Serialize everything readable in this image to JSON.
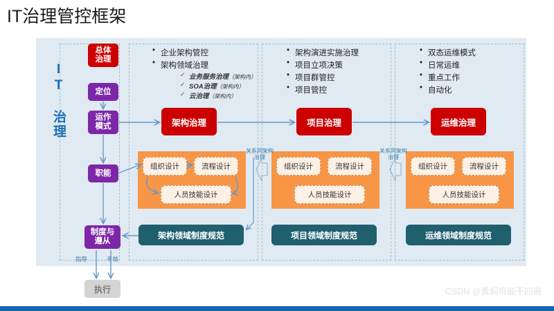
{
  "page": {
    "title": "IT治理管控框架",
    "watermark": "CSDN @黄焖鸡能干四碗"
  },
  "sidebar": {
    "vertical_label": "IT 治理",
    "stages": [
      {
        "label": "总体治理",
        "color": "#cc0000"
      },
      {
        "label": "定位",
        "color": "#7d27a8"
      },
      {
        "label": "运作模式",
        "color": "#7d27a8"
      },
      {
        "label": "职能",
        "color": "#7d27a8"
      },
      {
        "label": "制度与遵从",
        "color": "#7d27a8"
      }
    ],
    "flow_captions": {
      "guide": "指导",
      "assess": "考核"
    },
    "execute_box": "执行"
  },
  "columns": [
    {
      "id": "architecture",
      "bullets": [
        {
          "text": "企业架构管控",
          "subs": []
        },
        {
          "text": "架构领域治理",
          "subs": [
            {
              "text": "业务服务治理",
              "note": "（架构内）"
            },
            {
              "text": "SOA治理",
              "note": "（架构内）"
            },
            {
              "text": "云治理",
              "note": "（架构内）"
            }
          ]
        }
      ],
      "governance_box": "架构治理",
      "panel_boxes": [
        "组织设计",
        "流程设计",
        "人员技能设计"
      ],
      "standard_bar": "架构领域制度规范",
      "connector_caption": "关系同架构治理"
    },
    {
      "id": "project",
      "bullets": [
        {
          "text": "架构演进实施治理",
          "subs": []
        },
        {
          "text": "项目立项决策",
          "subs": []
        },
        {
          "text": "项目群管控",
          "subs": []
        },
        {
          "text": "项目管控",
          "subs": []
        }
      ],
      "governance_box": "项目治理",
      "panel_boxes": [
        "组织设计",
        "流程设计",
        "人员技能设计"
      ],
      "standard_bar": "项目领域制度规范",
      "connector_caption": "关系同架构治理"
    },
    {
      "id": "operations",
      "bullets": [
        {
          "text": "双态运维模式",
          "subs": []
        },
        {
          "text": "日常运维",
          "subs": []
        },
        {
          "text": "重点工作",
          "subs": []
        },
        {
          "text": "自动化",
          "subs": []
        }
      ],
      "governance_box": "运维治理",
      "panel_boxes": [
        "组织设计",
        "流程设计",
        "人员技能设计"
      ],
      "standard_bar": "运维领域制度规范",
      "connector_caption": ""
    }
  ],
  "colors": {
    "canvas": "#dfeaf2",
    "red": "#cc0000",
    "purple": "#7d27a8",
    "orange": "#f79646",
    "teal": "#1f5f6e",
    "accent_blue": "#1f6fb5",
    "arrow": "#6b97c4"
  }
}
